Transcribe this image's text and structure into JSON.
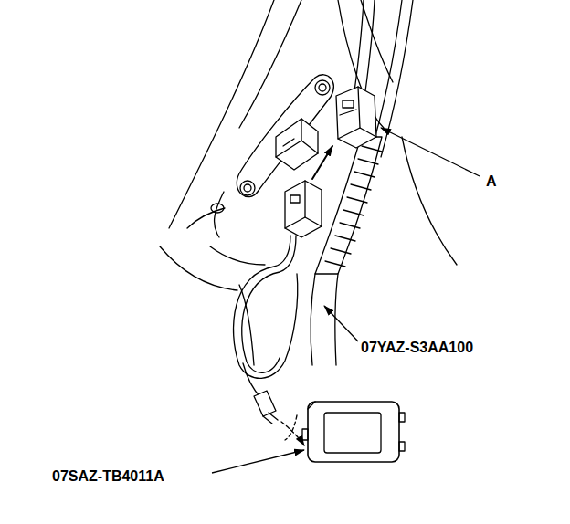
{
  "diagram": {
    "labels": [
      "A",
      "07YAZ-S3AA100",
      "07SAZ-TB4011A"
    ]
  }
}
